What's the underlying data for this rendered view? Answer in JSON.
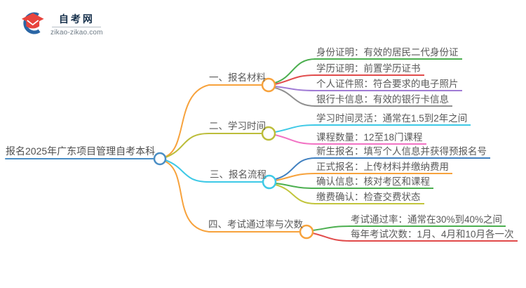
{
  "logo": {
    "site_name": "自考网",
    "site_url": "zikao-zikao.com",
    "icon_blue": "#2a66a5",
    "icon_red": "#e8443d"
  },
  "mindmap": {
    "root": {
      "label": "报名2025年广东项目管理自考本科",
      "color": "#4a8ec5"
    },
    "branches": [
      {
        "label": "一、报名材料",
        "color": "#f7a23c",
        "children": [
          {
            "label": "身份证明：有效的居民二代身份证",
            "color": "#4caf50"
          },
          {
            "label": "学历证明：前置学历证书",
            "color": "#e14b4b"
          },
          {
            "label": "个人证件照：符合要求的电子照片",
            "color": "#a07bd5"
          },
          {
            "label": "银行卡信息：有效的银行卡信息",
            "color": "#909090"
          }
        ]
      },
      {
        "label": "二、学习时间",
        "color": "#bcbd3a",
        "children": [
          {
            "label": "学习时间灵活：通常在1.5到2年之间",
            "color": "#3ec9e6"
          },
          {
            "label": "课程数量：12至18门课程",
            "color": "#f273c4"
          }
        ]
      },
      {
        "label": "三、报名流程",
        "color": "#3ec9e6",
        "children": [
          {
            "label": "新生报名：填写个人信息并获得预报名号",
            "color": "#4080c0"
          },
          {
            "label": "正式报名：上传材料并缴纳费用",
            "color": "#f7a23c"
          },
          {
            "label": "确认信息：核对考区和课程",
            "color": "#4caf50"
          },
          {
            "label": "缴费确认：检查交费状态",
            "color": "#c2c53c"
          }
        ]
      },
      {
        "label": "四、考试通过率与次数",
        "color": "#f7a23c",
        "children": [
          {
            "label": "考试通过率：通常在30%到40%之间",
            "color": "#4caf50"
          },
          {
            "label": "每年考试次数：1月、4月和10月各一次",
            "color": "#e14b4b"
          }
        ]
      }
    ]
  }
}
